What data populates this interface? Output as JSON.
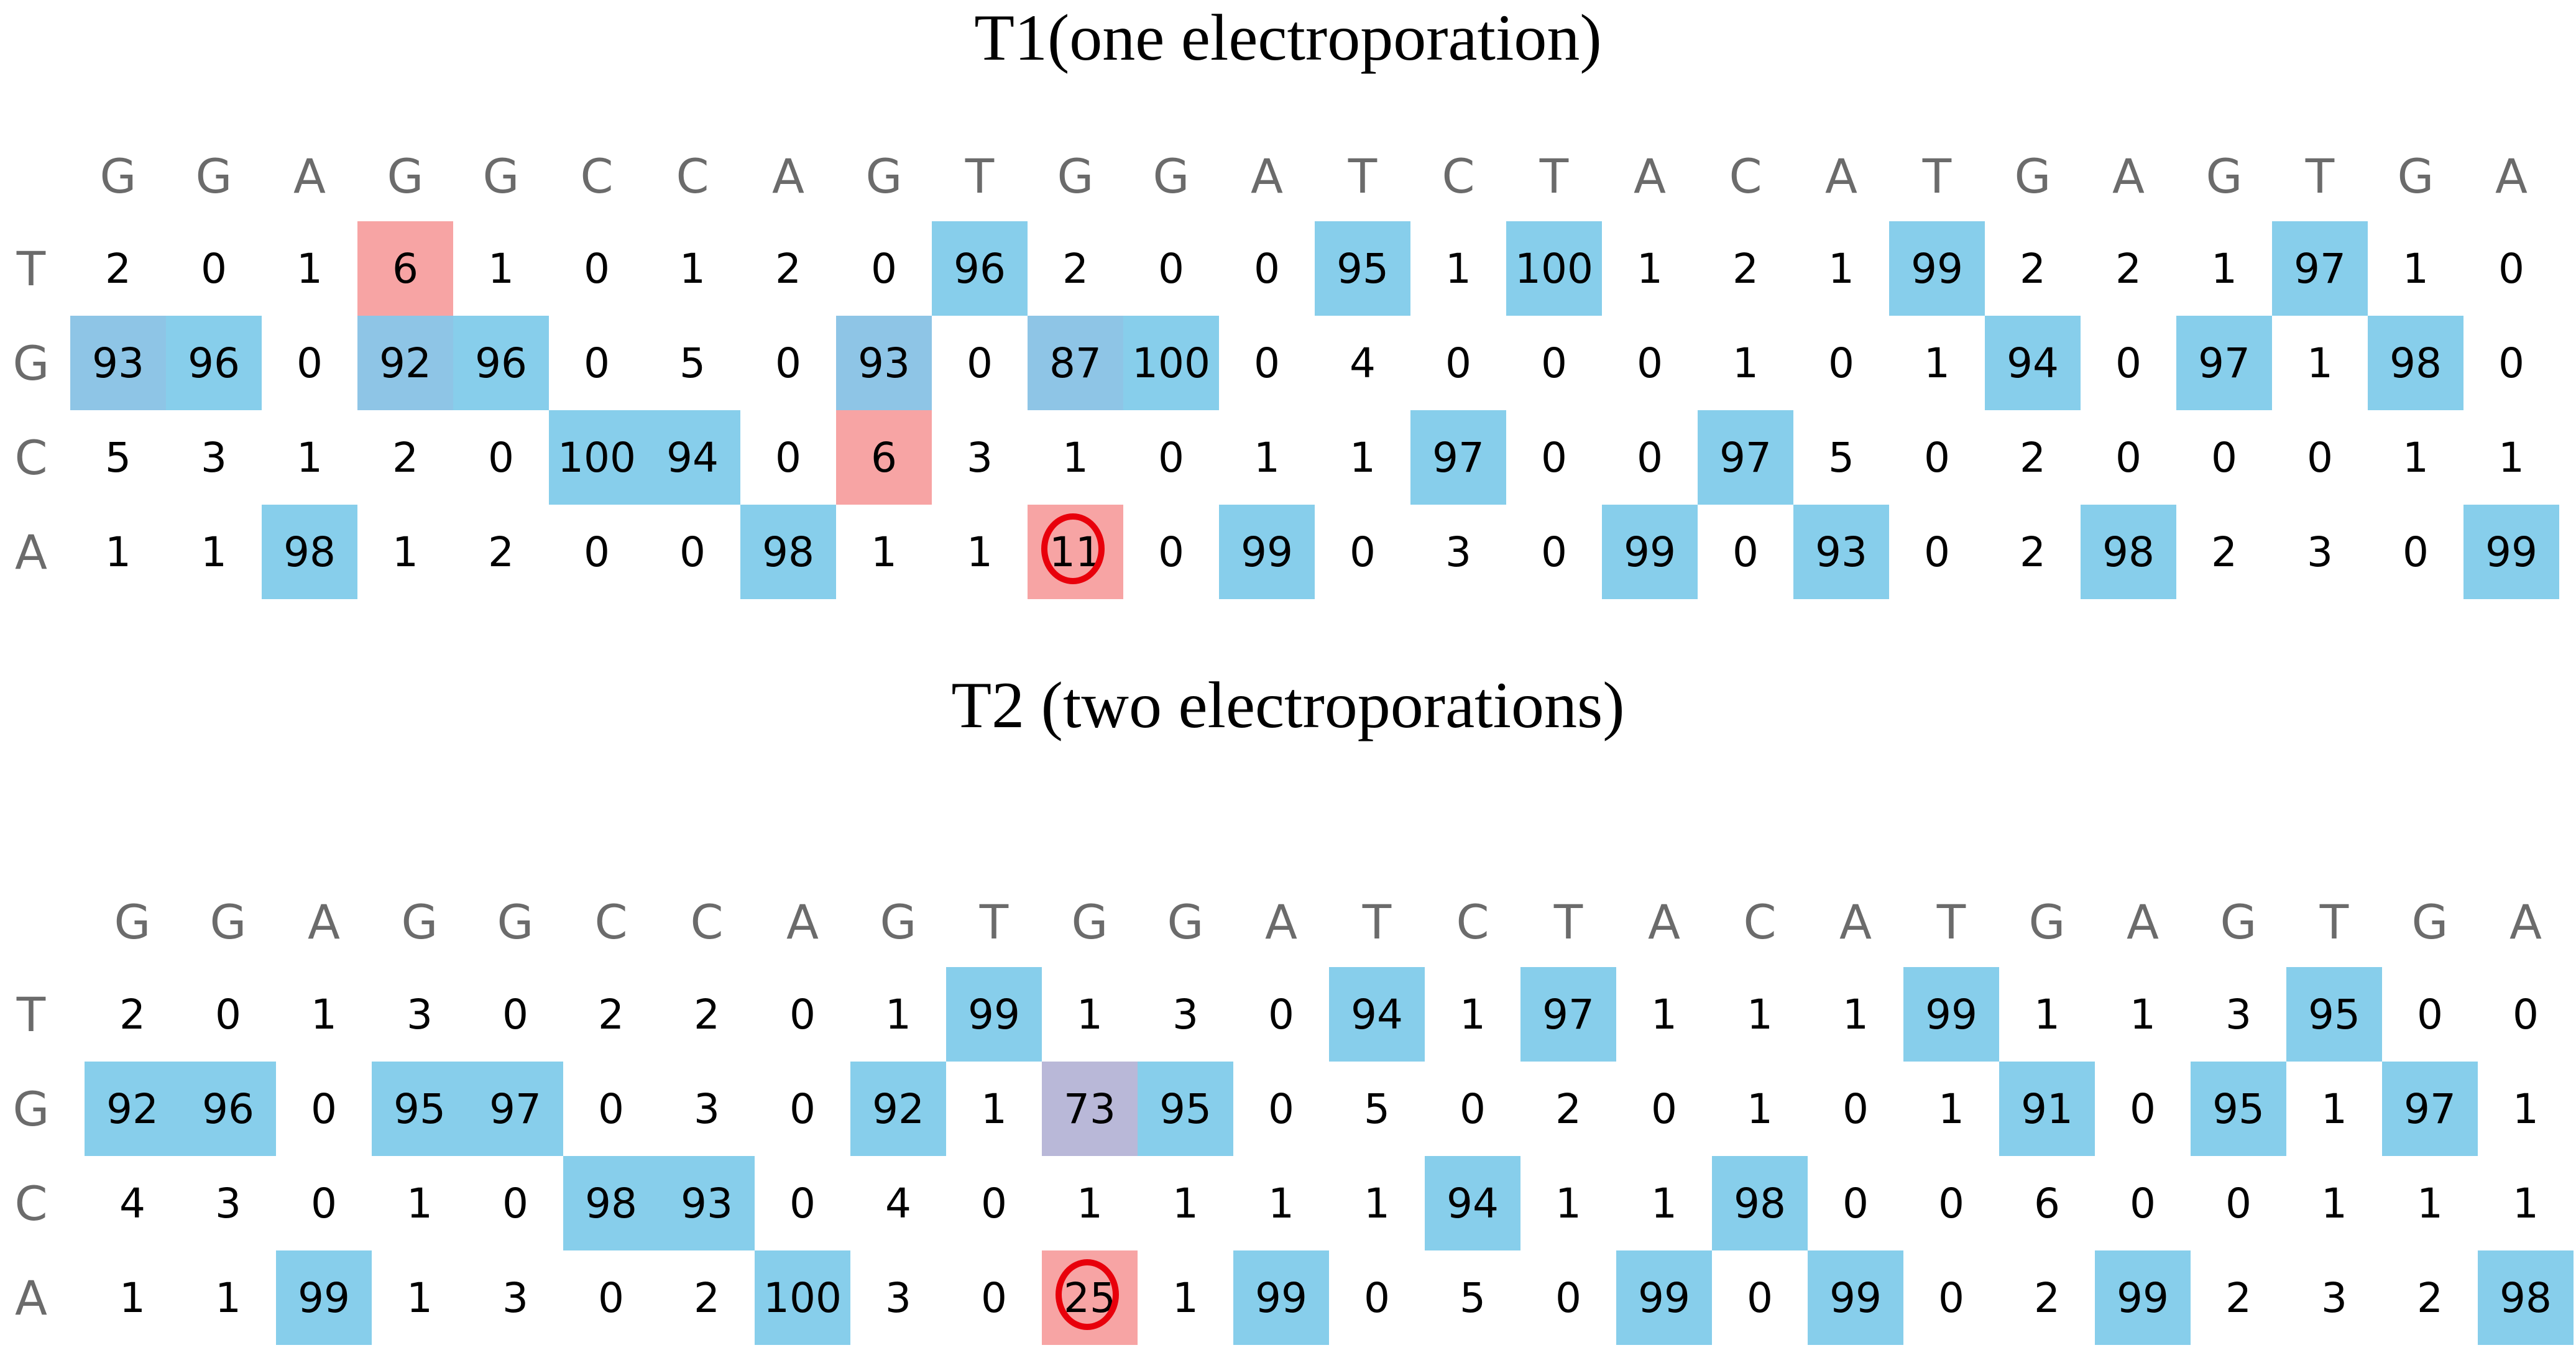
{
  "rows": [
    "T",
    "G",
    "C",
    "A"
  ],
  "panels": [
    {
      "title": "T1(one electroporation)",
      "sequence": [
        "G",
        "G",
        "A",
        "G",
        "G",
        "C",
        "C",
        "A",
        "G",
        "T",
        "G",
        "G",
        "A",
        "T",
        "C",
        "T",
        "A",
        "C",
        "A",
        "T",
        "G",
        "A",
        "G",
        "T",
        "G",
        "A"
      ],
      "values": {
        "T": [
          2,
          0,
          1,
          6,
          1,
          0,
          1,
          2,
          0,
          96,
          2,
          0,
          0,
          95,
          1,
          100,
          1,
          2,
          1,
          99,
          2,
          2,
          1,
          97,
          1,
          0
        ],
        "G": [
          93,
          96,
          0,
          92,
          96,
          0,
          5,
          0,
          93,
          0,
          87,
          100,
          0,
          4,
          0,
          0,
          0,
          1,
          0,
          1,
          94,
          0,
          97,
          1,
          98,
          0
        ],
        "C": [
          5,
          3,
          1,
          2,
          0,
          100,
          94,
          0,
          6,
          3,
          1,
          0,
          1,
          1,
          97,
          0,
          0,
          97,
          5,
          0,
          2,
          0,
          0,
          0,
          1,
          1
        ],
        "A": [
          1,
          1,
          98,
          1,
          2,
          0,
          0,
          98,
          1,
          1,
          11,
          0,
          99,
          0,
          3,
          0,
          99,
          0,
          93,
          0,
          2,
          98,
          2,
          3,
          0,
          99
        ]
      },
      "highlights": {
        "blue": [
          [
            "G",
            0
          ],
          [
            "G",
            1
          ],
          [
            "G",
            3
          ],
          [
            "G",
            4
          ],
          [
            "G",
            8
          ],
          [
            "G",
            10
          ],
          [
            "G",
            11
          ],
          [
            "A",
            2
          ],
          [
            "C",
            5
          ],
          [
            "C",
            6
          ],
          [
            "A",
            7
          ],
          [
            "T",
            9
          ],
          [
            "A",
            12
          ],
          [
            "T",
            13
          ],
          [
            "C",
            14
          ],
          [
            "T",
            15
          ],
          [
            "A",
            16
          ],
          [
            "C",
            17
          ],
          [
            "A",
            18
          ],
          [
            "T",
            19
          ],
          [
            "G",
            20
          ],
          [
            "A",
            21
          ],
          [
            "G",
            22
          ],
          [
            "T",
            23
          ],
          [
            "G",
            24
          ],
          [
            "A",
            25
          ]
        ],
        "blue_muted": [
          [
            "G",
            0
          ],
          [
            "G",
            3
          ],
          [
            "G",
            8
          ],
          [
            "G",
            10
          ]
        ],
        "pink": [
          [
            "T",
            3
          ],
          [
            "C",
            8
          ],
          [
            "A",
            10
          ]
        ],
        "mauve": [],
        "circled": [
          [
            "A",
            10
          ]
        ]
      }
    },
    {
      "title": "T2 (two electroporations)",
      "sequence": [
        "G",
        "G",
        "A",
        "G",
        "G",
        "C",
        "C",
        "A",
        "G",
        "T",
        "G",
        "G",
        "A",
        "T",
        "C",
        "T",
        "A",
        "C",
        "A",
        "T",
        "G",
        "A",
        "G",
        "T",
        "G",
        "A"
      ],
      "values": {
        "T": [
          2,
          0,
          1,
          3,
          0,
          2,
          2,
          0,
          1,
          99,
          1,
          3,
          0,
          94,
          1,
          97,
          1,
          1,
          1,
          99,
          1,
          1,
          3,
          95,
          0,
          0
        ],
        "G": [
          92,
          96,
          0,
          95,
          97,
          0,
          3,
          0,
          92,
          1,
          73,
          95,
          0,
          5,
          0,
          2,
          0,
          1,
          0,
          1,
          91,
          0,
          95,
          1,
          97,
          1
        ],
        "C": [
          4,
          3,
          0,
          1,
          0,
          98,
          93,
          0,
          4,
          0,
          1,
          1,
          1,
          1,
          94,
          1,
          1,
          98,
          0,
          0,
          6,
          0,
          0,
          1,
          1,
          1
        ],
        "A": [
          1,
          1,
          99,
          1,
          3,
          0,
          2,
          100,
          3,
          0,
          25,
          1,
          99,
          0,
          5,
          0,
          99,
          0,
          99,
          0,
          2,
          99,
          2,
          3,
          2,
          98
        ]
      },
      "highlights": {
        "blue": [
          [
            "G",
            0
          ],
          [
            "G",
            1
          ],
          [
            "A",
            2
          ],
          [
            "G",
            3
          ],
          [
            "G",
            4
          ],
          [
            "C",
            5
          ],
          [
            "C",
            6
          ],
          [
            "A",
            7
          ],
          [
            "G",
            8
          ],
          [
            "T",
            9
          ],
          [
            "G",
            11
          ],
          [
            "A",
            12
          ],
          [
            "T",
            13
          ],
          [
            "C",
            14
          ],
          [
            "T",
            15
          ],
          [
            "A",
            16
          ],
          [
            "C",
            17
          ],
          [
            "A",
            18
          ],
          [
            "T",
            19
          ],
          [
            "G",
            20
          ],
          [
            "A",
            21
          ],
          [
            "G",
            22
          ],
          [
            "T",
            23
          ],
          [
            "G",
            24
          ],
          [
            "A",
            25
          ]
        ],
        "blue_muted": [],
        "pink": [
          [
            "A",
            10
          ]
        ],
        "mauve": [
          [
            "G",
            10
          ]
        ],
        "circled": [
          [
            "A",
            10
          ]
        ]
      }
    }
  ]
}
